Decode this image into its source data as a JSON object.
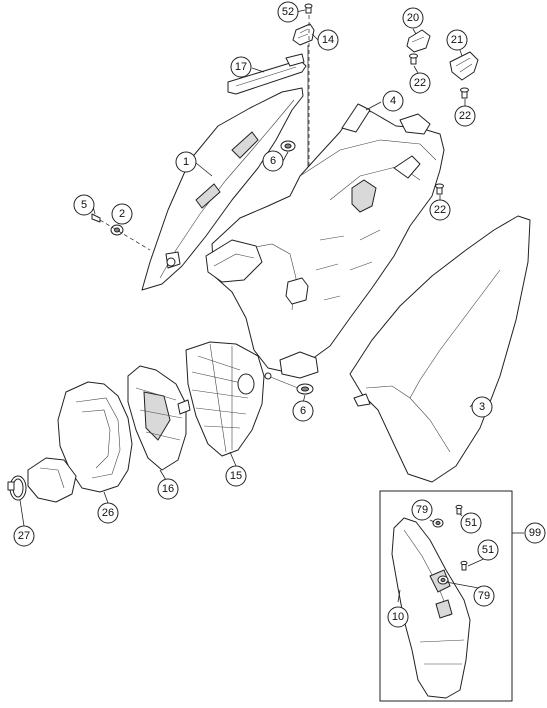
{
  "callouts": {
    "c52": "52",
    "c14": "14",
    "c20": "20",
    "c21": "21",
    "c17": "17",
    "c22a": "22",
    "c22b": "22",
    "c22c": "22",
    "c4": "4",
    "c1": "1",
    "c6a": "6",
    "c6b": "6",
    "c5": "5",
    "c2": "2",
    "c3": "3",
    "c15": "15",
    "c16": "16",
    "c26": "26",
    "c27": "27",
    "c79a": "79",
    "c79b": "79",
    "c51a": "51",
    "c51b": "51",
    "c10": "10",
    "c99": "99"
  }
}
